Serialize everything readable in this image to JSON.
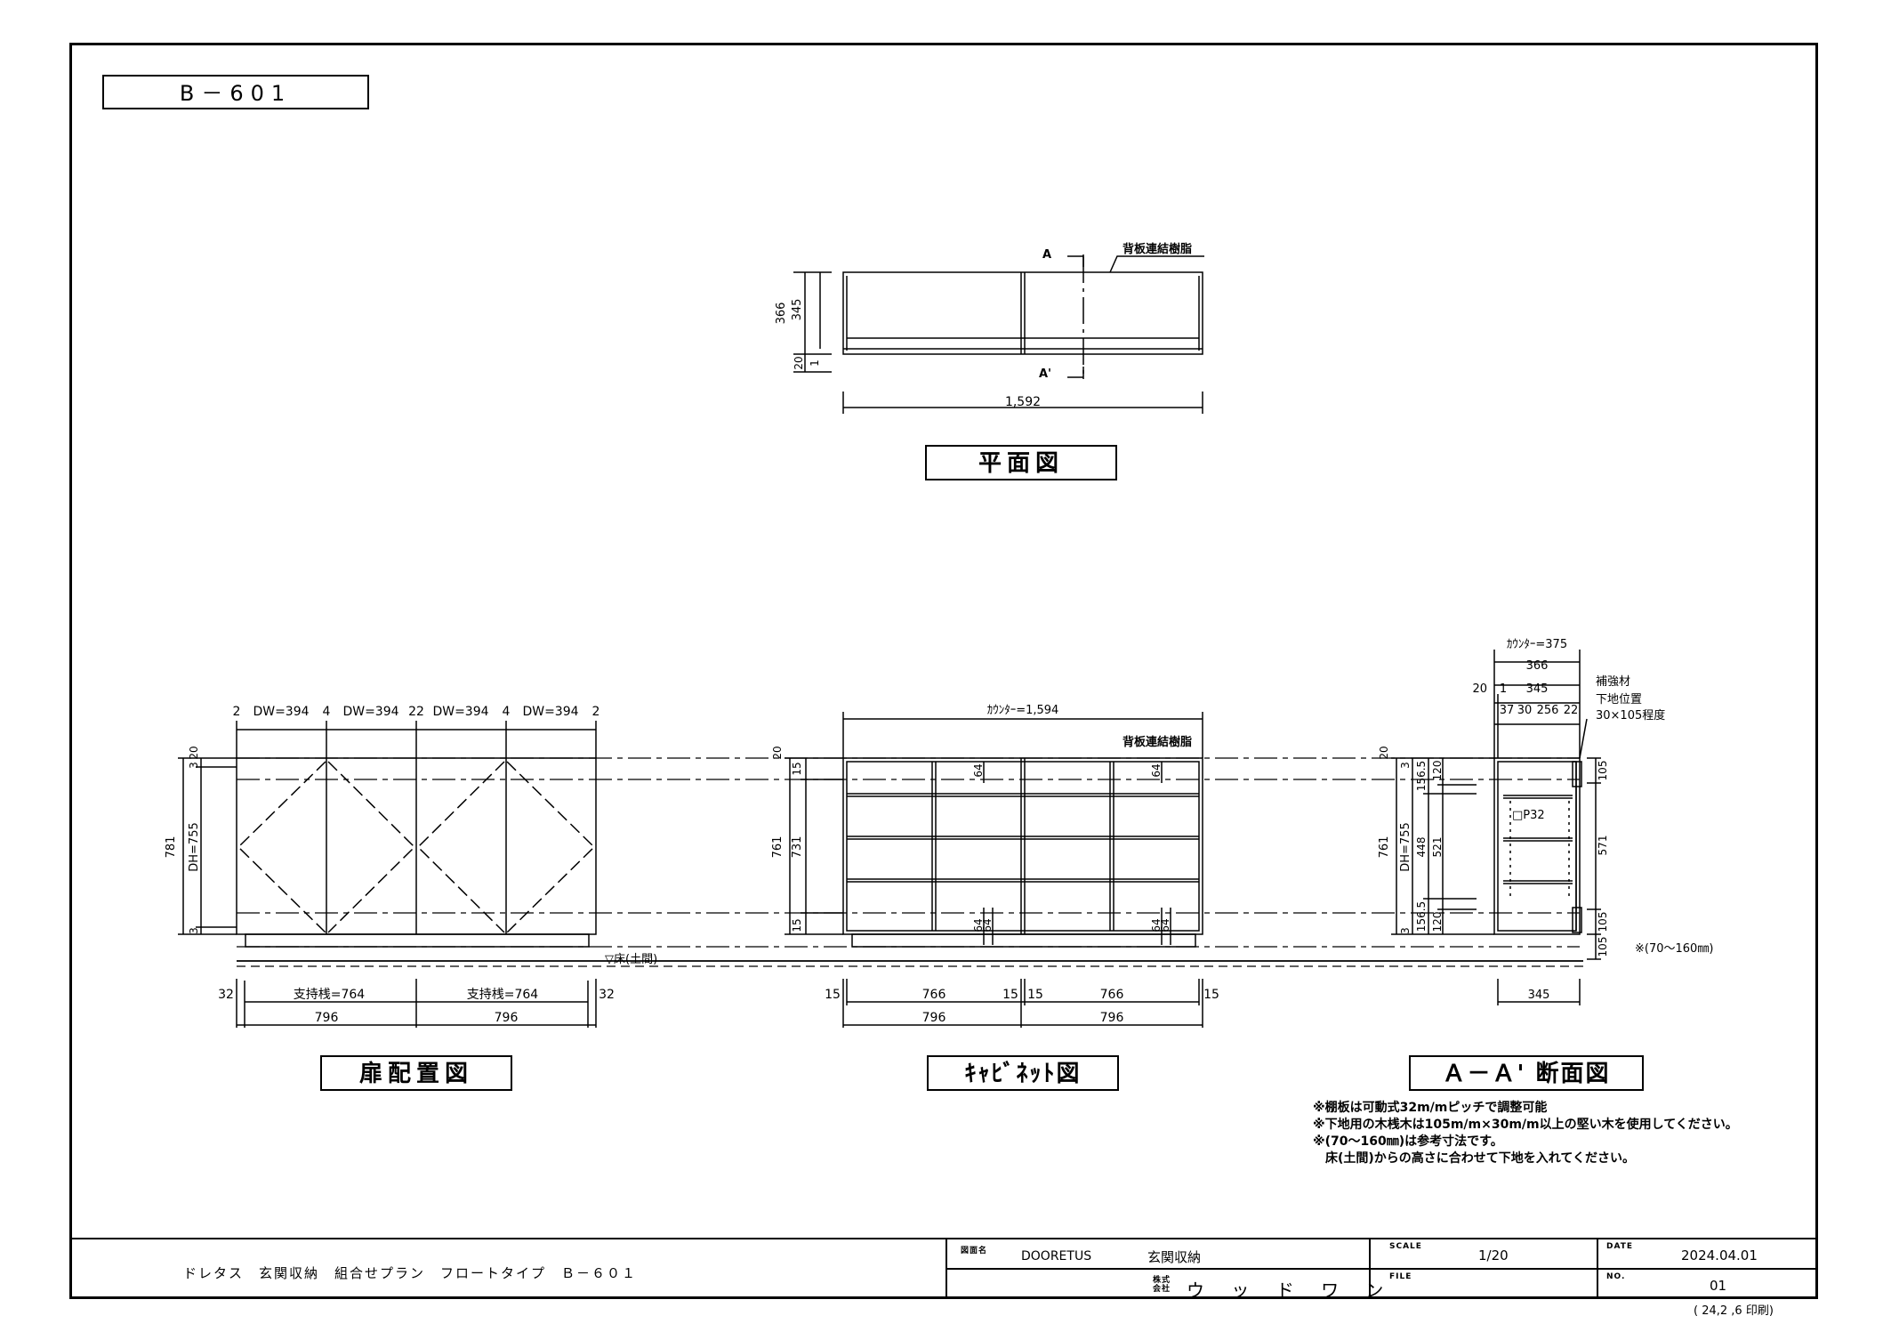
{
  "drawing_id": "B－601",
  "views": {
    "plan": {
      "title": "平面図",
      "section_top": "A",
      "section_bottom": "A'",
      "back_panel_note": "背板連結樹脂",
      "dims": {
        "total_depth": "366",
        "body_depth": "345",
        "edge": "20",
        "edge_b": "1",
        "width": "1,592"
      }
    },
    "door": {
      "title": "扉配置図",
      "door_widths": [
        "DW=394",
        "DW=394",
        "DW=394",
        "DW=394"
      ],
      "gaps": [
        "2",
        "4",
        "22",
        "4",
        "2"
      ],
      "top_gap": "20",
      "height_total": "781",
      "door_height": "DH=755",
      "top_clear": "3",
      "bottom_clear": "3",
      "support": [
        "支持桟=764",
        "支持桟=764"
      ],
      "side_offset": [
        "32",
        "32"
      ],
      "unit_widths": [
        "796",
        "796"
      ],
      "floor_label": "▽床(土間)"
    },
    "cabinet": {
      "title": "ｷｬﾋﾞﾈｯﾄ図",
      "counter": "ｶｳﾝﾀｰ=1,594",
      "back_panel_note": "背板連結樹脂",
      "top_gap": "20",
      "height_total": "761",
      "inner_height": "731",
      "top_board": "15",
      "bottom_board": "15",
      "rail": "64",
      "inner_widths": [
        "766",
        "766"
      ],
      "side_boards": [
        "15",
        "15",
        "15",
        "15"
      ],
      "unit_widths": [
        "796",
        "796"
      ]
    },
    "section": {
      "title": "Ａ－Ａ' 断面図",
      "counter": "ｶｳﾝﾀｰ=375",
      "depth_total": "366",
      "edge": "20",
      "edge_b": "1",
      "body_depth": "345",
      "parts": [
        "37",
        "30",
        "256",
        "22"
      ],
      "reinforce_note": [
        "補強材",
        "下地位置",
        "30×105程度"
      ],
      "top_gap": "20",
      "height_total": "761",
      "door_height": "DH=755",
      "clear_top": "3",
      "clear_bottom": "3",
      "seg": [
        "156.5",
        "448",
        "156.5"
      ],
      "seg2": [
        "120",
        "521",
        "120"
      ],
      "pitch": "P32",
      "right_dims": [
        "105",
        "571",
        "105",
        "105"
      ],
      "floor_note": "※(70～160㎜)",
      "bottom_depth": "345"
    }
  },
  "notes": [
    "※棚板は可動式32m/mピッチで調整可能",
    "※下地用の木桟木は105m/m×30m/m以上の堅い木を使用してください。",
    "※(70～160㎜)は参考寸法です。",
    "　床(土間)からの高さに合わせて下地を入れてください。"
  ],
  "title_block": {
    "plan_name": "ドレタス　玄関収納　組合せプラン　フロートタイプ　Ｂ－６０１",
    "drawing_name_label": "図面名",
    "product": "DOORETUS",
    "product_ja": "玄関収納",
    "company_prefix": "株式会社",
    "company": "ウ ッ ド ワ ン",
    "scale_label": "SCALE",
    "scale": "1/20",
    "date_label": "DATE",
    "date": "2024.04.01",
    "file_label": "FILE",
    "no_label": "NO.",
    "no": "01",
    "print_stamp": "( 24,2 ,6  印刷)"
  }
}
